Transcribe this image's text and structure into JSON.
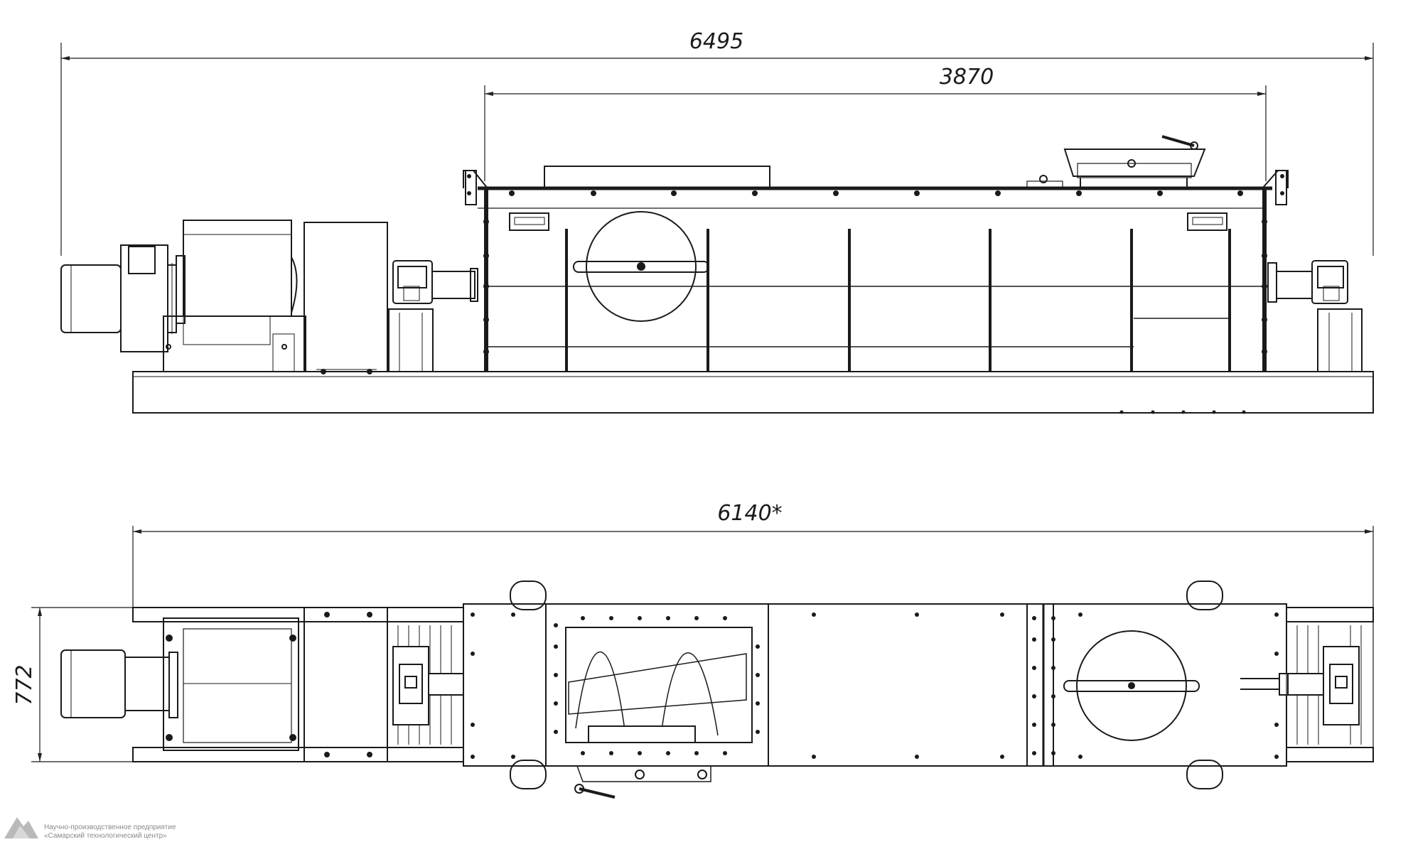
{
  "dimensions": {
    "overall_length": "6495",
    "housing_length": "3870",
    "base_length": "6140*",
    "width": "772"
  },
  "logo": {
    "line1": "Научно-производственное предприятие",
    "line2": "«Самарский технологический центр»"
  }
}
